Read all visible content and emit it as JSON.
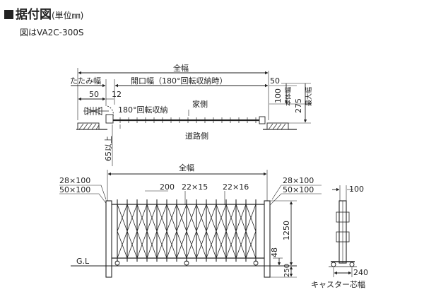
{
  "header": {
    "title": "据付図",
    "unit": "(単位㎜)",
    "subtitle": "図はVA2C-300S"
  },
  "plan": {
    "total_width": "全幅",
    "folded_width": "たたみ幅",
    "opening_width": "開口幅（180°回転収納時）",
    "d50_left": "50",
    "d12": "12",
    "d50_right": "50",
    "rotate_label": "180°回転収納",
    "house_side": "家側",
    "road_side": "道路側",
    "d100": "100",
    "body_width": "本体幅",
    "d275": "275",
    "max_width": "最大幅",
    "d65": "65以上"
  },
  "elevation": {
    "total_width": "全幅",
    "left_pipe_top": "28×100",
    "left_pipe_bottom": "50×100",
    "d200": "200",
    "pipe_22x15": "22×15",
    "pipe_22x16": "22×16",
    "right_pipe_top": "28×100",
    "right_pipe_bottom": "50×100",
    "gl": "G.L",
    "h1250": "1250",
    "h48": "48",
    "h250": "250"
  },
  "side": {
    "d100": "100",
    "d240": "240",
    "caster_label": "キャスター芯幅"
  }
}
